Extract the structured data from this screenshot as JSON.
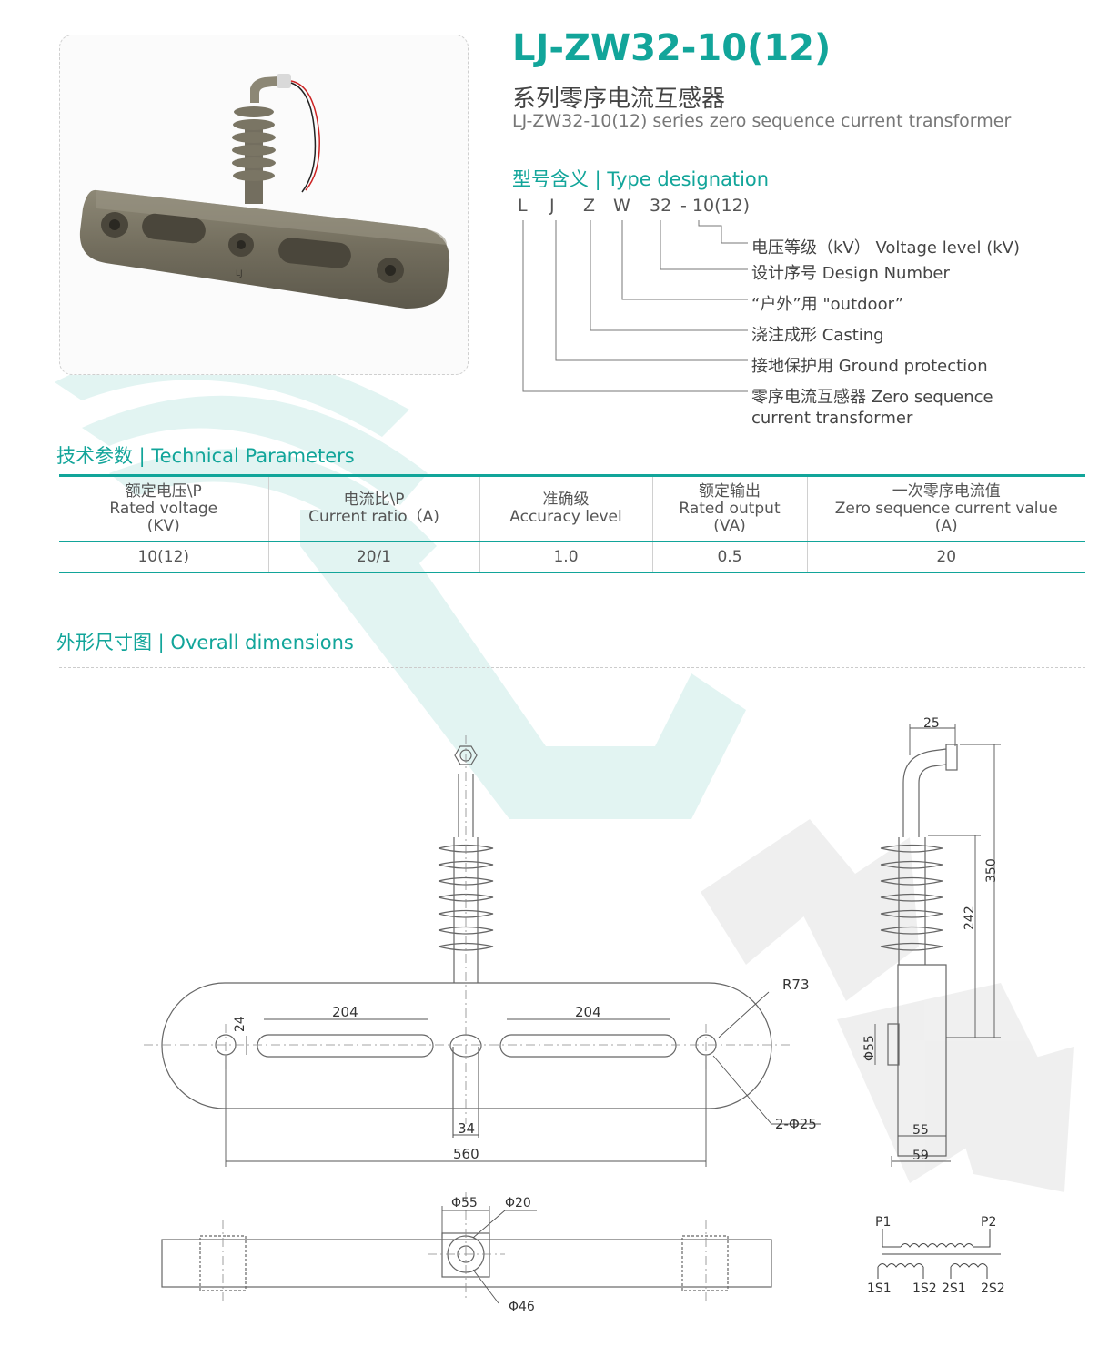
{
  "header": {
    "title": "LJ-ZW32-10(12)",
    "subtitle_cn": "系列零序电流互感器",
    "subtitle_en": "LJ-ZW32-10(12) series zero sequence current transformer"
  },
  "photo": {
    "mark": "LJ"
  },
  "type_designation": {
    "heading": "型号含义 | Type designation",
    "code": [
      "L",
      "J",
      "Z",
      "W",
      "32",
      "- 10(12)"
    ],
    "meanings": [
      "电压等级（kV） Voltage level (kV)",
      "设计序号 Design Number",
      "“户外”用 \"outdoor”",
      "浇注成形 Casting",
      "接地保护用 Ground protection",
      "零序电流互感器 Zero sequence",
      "current transformer"
    ]
  },
  "technical": {
    "heading": "技术参数 | Technical Parameters",
    "columns": [
      [
        "额定电压\\P",
        "Rated voltage",
        "(KV)"
      ],
      [
        "电流比\\P",
        "Current ratio（A)"
      ],
      [
        "准确级",
        "Accuracy level"
      ],
      [
        "额定输出",
        "Rated output",
        "(VA)"
      ],
      [
        "一次零序电流值",
        "Zero sequence current value",
        "(A)"
      ]
    ],
    "row": [
      "10(12)",
      "20/1",
      "1.0",
      "0.5",
      "20"
    ]
  },
  "dimensions": {
    "heading": "外形尺寸图 | Overall dimensions",
    "front": {
      "slot_len_left": "204",
      "slot_len_right": "204",
      "slot_width": "24",
      "radius": "R73",
      "holes": "2-Φ25",
      "center_width": "34",
      "total_length": "560"
    },
    "side": {
      "top_width": "25",
      "height_total": "350",
      "height_insulator": "242",
      "base_dia": "Φ55",
      "base_w1": "55",
      "base_w2": "59"
    },
    "bottom": {
      "d55": "Φ55",
      "d20": "Φ20",
      "d46": "Φ46"
    },
    "circuit": {
      "p1": "P1",
      "p2": "P2",
      "s1": "1S1",
      "s2": "1S2",
      "s3": "2S1",
      "s4": "2S2"
    }
  },
  "colors": {
    "accent": "#12a59a",
    "watermark": "#d9f1ef",
    "line": "#555555"
  }
}
